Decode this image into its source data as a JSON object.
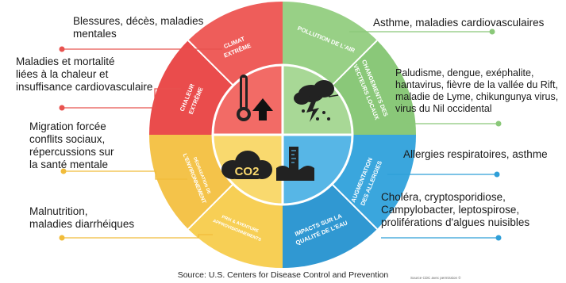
{
  "segments": [
    {
      "id": "climat-extreme",
      "label_lines": [
        "CLIMAT",
        "EXTRÊME"
      ],
      "color": "#ea4c4c",
      "icon": "thermometer-up-icon",
      "impact": "Blessures, décès, maladies\nmentales"
    },
    {
      "id": "chaleur-extreme",
      "label_lines": [
        "CHALEUR",
        "EXTRÊME"
      ],
      "color": "#ea4c4c",
      "icon": "thermometer-up-icon",
      "impact": "Maladies et mortalité\nliées à la chaleur et\ninsuffisance cardiovasculaire"
    },
    {
      "id": "pollution-air",
      "label_lines": [
        "POLLUTION DE L'AIR"
      ],
      "color": "#8cc97a",
      "icon": "storm-cloud-icon",
      "impact": "Asthme, maladies cardiovasculaires"
    },
    {
      "id": "vecteurs",
      "label_lines": [
        "CHANGEMENTS DES",
        "VECTEURS LOCAUX"
      ],
      "color": "#8cc97a",
      "icon": "mosquito-icon",
      "impact": "Paludisme, dengue, exéphalite,\nhantavirus, fièvre de la vallée du Rift,\nmaladie de Lyme, chikungunya virus,\nvirus du Nil occidental"
    },
    {
      "id": "allergies",
      "label_lines": [
        "AUGMENTATION",
        "DES ALLERGIES"
      ],
      "color": "#2f9fd8",
      "icon": "water-level-icon",
      "impact": "Allergies respiratoires, asthme"
    },
    {
      "id": "eau",
      "label_lines": [
        "IMPACTS SUR LA",
        "QUALITÉ DE L'EAU"
      ],
      "color": "#2f9fd8",
      "icon": "water-level-icon",
      "impact": "Choléra, cryptosporidiose,\nCampylobacter, leptospirose,\nproliférations d'algues nuisibles"
    },
    {
      "id": "alimentation",
      "label_lines": [
        "PRIX & AVENTURE",
        "APPROVISIONNEMENTS"
      ],
      "color": "#f5c84a",
      "icon": "co2-cloud-icon",
      "impact": "Malnutrition,\nmaladies diarrhéiques"
    },
    {
      "id": "environnement",
      "label_lines": [
        "DÉGRADATION DE",
        "L'ENVIRONNEMENT"
      ],
      "color": "#f5c84a",
      "icon": "co2-cloud-icon",
      "impact": "Migration forcée\nconflits sociaux,\nrépercussions sur\nla santé mentale"
    }
  ],
  "center_icons": {
    "co2_text": "CO2"
  },
  "source": "Source: U.S. Centers for Disease Control and Prevention",
  "credit": "Source CDC avec permission ©"
}
